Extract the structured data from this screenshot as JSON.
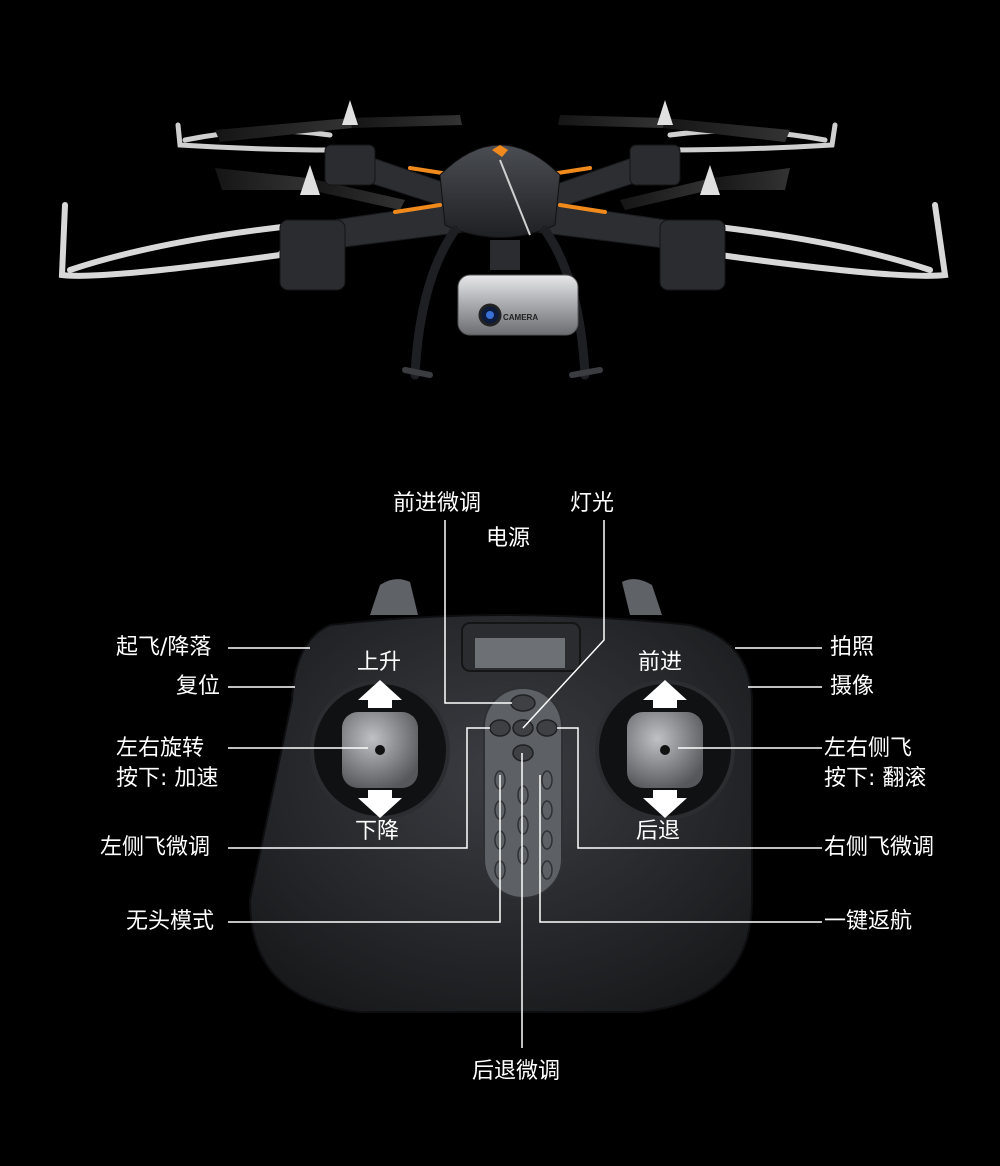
{
  "drone": {
    "camera_text": "CAMERA"
  },
  "controller": {
    "top_labels": {
      "forward_trim": "前进微调",
      "power": "电源",
      "light": "灯光"
    },
    "left_labels": {
      "takeoff_land": "起飞/降落",
      "reset": "复位",
      "rotate_line1": "左右旋转",
      "rotate_line2": "按下: 加速",
      "left_side_trim": "左侧飞微调",
      "headless_mode": "无头模式"
    },
    "right_labels": {
      "photo": "拍照",
      "video": "摄像",
      "side_fly_line1": "左右侧飞",
      "side_fly_line2": "按下: 翻滚",
      "right_side_trim": "右侧飞微调",
      "return_home": "一键返航"
    },
    "stick_labels": {
      "up": "上升",
      "down": "下降",
      "forward": "前进",
      "backward": "后退"
    },
    "bottom_labels": {
      "backward_trim": "后退微调"
    }
  },
  "colors": {
    "background": "#000000",
    "accent_orange": "#f08a1c",
    "body_dark": "#2b2d31",
    "line": "#ffffff"
  }
}
